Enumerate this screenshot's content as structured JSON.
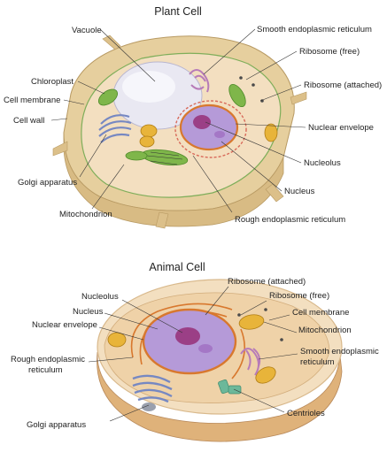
{
  "plant": {
    "title": "Plant Cell",
    "labels": {
      "vacuole": "Vacuole",
      "chloroplast": "Chloroplast",
      "cell_membrane": "Cell membrane",
      "cell_wall": "Cell wall",
      "golgi": "Golgi apparatus",
      "mitochondrion": "Mitochondrion",
      "smooth_er": "Smooth endoplasmic reticulum",
      "ribosome_free": "Ribosome (free)",
      "ribosome_attached": "Ribosome (attached)",
      "nuclear_envelope": "Nuclear envelope",
      "nucleolus": "Nucleolus",
      "nucleus": "Nucleus",
      "rough_er": "Rough endoplasmic reticulum"
    }
  },
  "animal": {
    "title": "Animal Cell",
    "labels": {
      "nucleolus": "Nucleolus",
      "nucleus": "Nucleus",
      "nuclear_envelope": "Nuclear envelope",
      "rough_er_1": "Rough endoplasmic",
      "rough_er_2": "reticulum",
      "golgi": "Golgi apparatus",
      "ribosome_attached": "Ribosome (attached)",
      "ribosome_free": "Ribosome (free)",
      "cell_membrane": "Cell membrane",
      "mitochondrion": "Mitochondrion",
      "smooth_er_1": "Smooth endoplasmic",
      "smooth_er_2": "reticulum",
      "centrioles": "Centrioles"
    }
  },
  "colors": {
    "cell_wall": "#e6cf9e",
    "cytoplasm": "#f3dfc0",
    "nucleus": "#b59ad8",
    "nucleolus": "#9b3f86",
    "envelope": "#d8782e",
    "chloroplast": "#7fb64a",
    "mitochondrion": "#e8b43a",
    "golgi": "#7688c2",
    "smooth_er": "#b77bb8",
    "vacuole": "#e9e8f2",
    "centriole": "#6cb89a"
  }
}
